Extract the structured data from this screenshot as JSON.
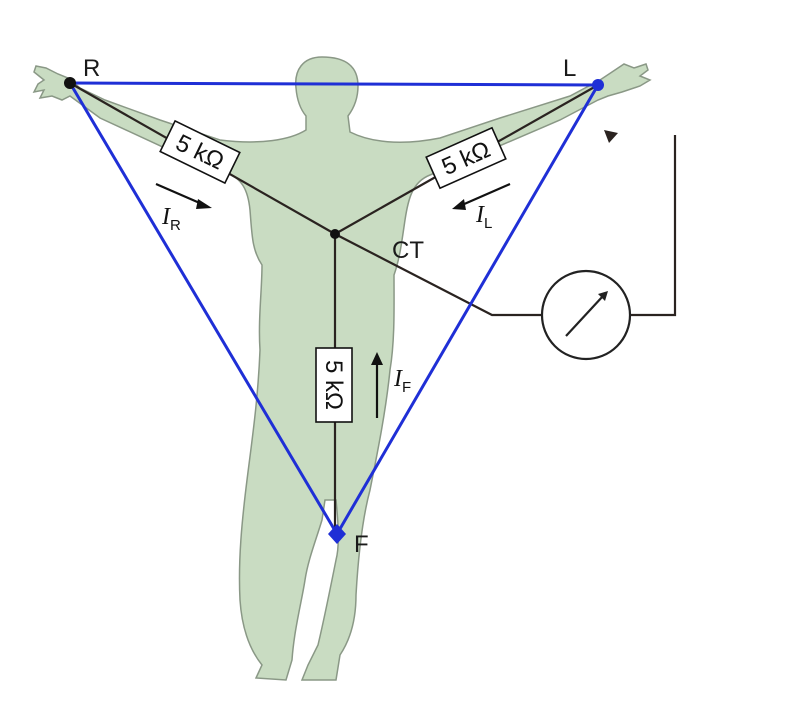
{
  "diagram": {
    "electrodes": {
      "right_arm": "R",
      "left_arm": "L",
      "foot": "F",
      "central_terminal": "CT"
    },
    "resistors": {
      "right": "5 kΩ",
      "left": "5 kΩ",
      "foot": "5 kΩ"
    },
    "currents": {
      "right": {
        "symbol": "I",
        "subscript": "R"
      },
      "left": {
        "symbol": "I",
        "subscript": "L"
      },
      "foot": {
        "symbol": "I",
        "subscript": "F"
      }
    },
    "colors": {
      "body_fill": "#c9dcc2",
      "body_outline": "#8a9886",
      "triangle": "#1f2fd6",
      "wire": "#2a2320",
      "meter_fill": "#ffffff"
    },
    "icons": [
      "meter-icon",
      "electrode-dot-icon",
      "current-arrow-icon"
    ]
  }
}
